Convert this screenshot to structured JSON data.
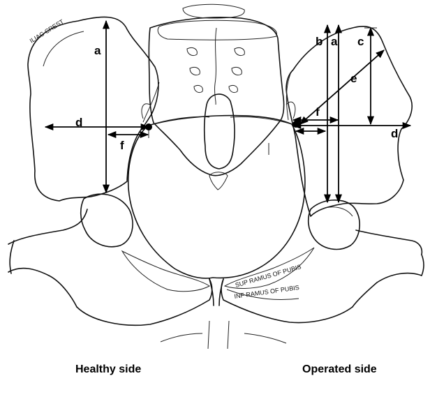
{
  "annotations": {
    "iliac_crest": "ILIAC CREST",
    "sup_ramus": "SUP RAMUS OF PUBIS",
    "inf_ramus": "INF RAMUS OF PUBIS"
  },
  "measurements": {
    "healthy": {
      "a": "a",
      "d": "d",
      "f": "f"
    },
    "operated": {
      "a": "a",
      "b": "b",
      "c": "c",
      "d": "d",
      "e": "e",
      "f": "f"
    }
  },
  "captions": {
    "healthy": "Healthy side",
    "operated": "Operated side"
  }
}
